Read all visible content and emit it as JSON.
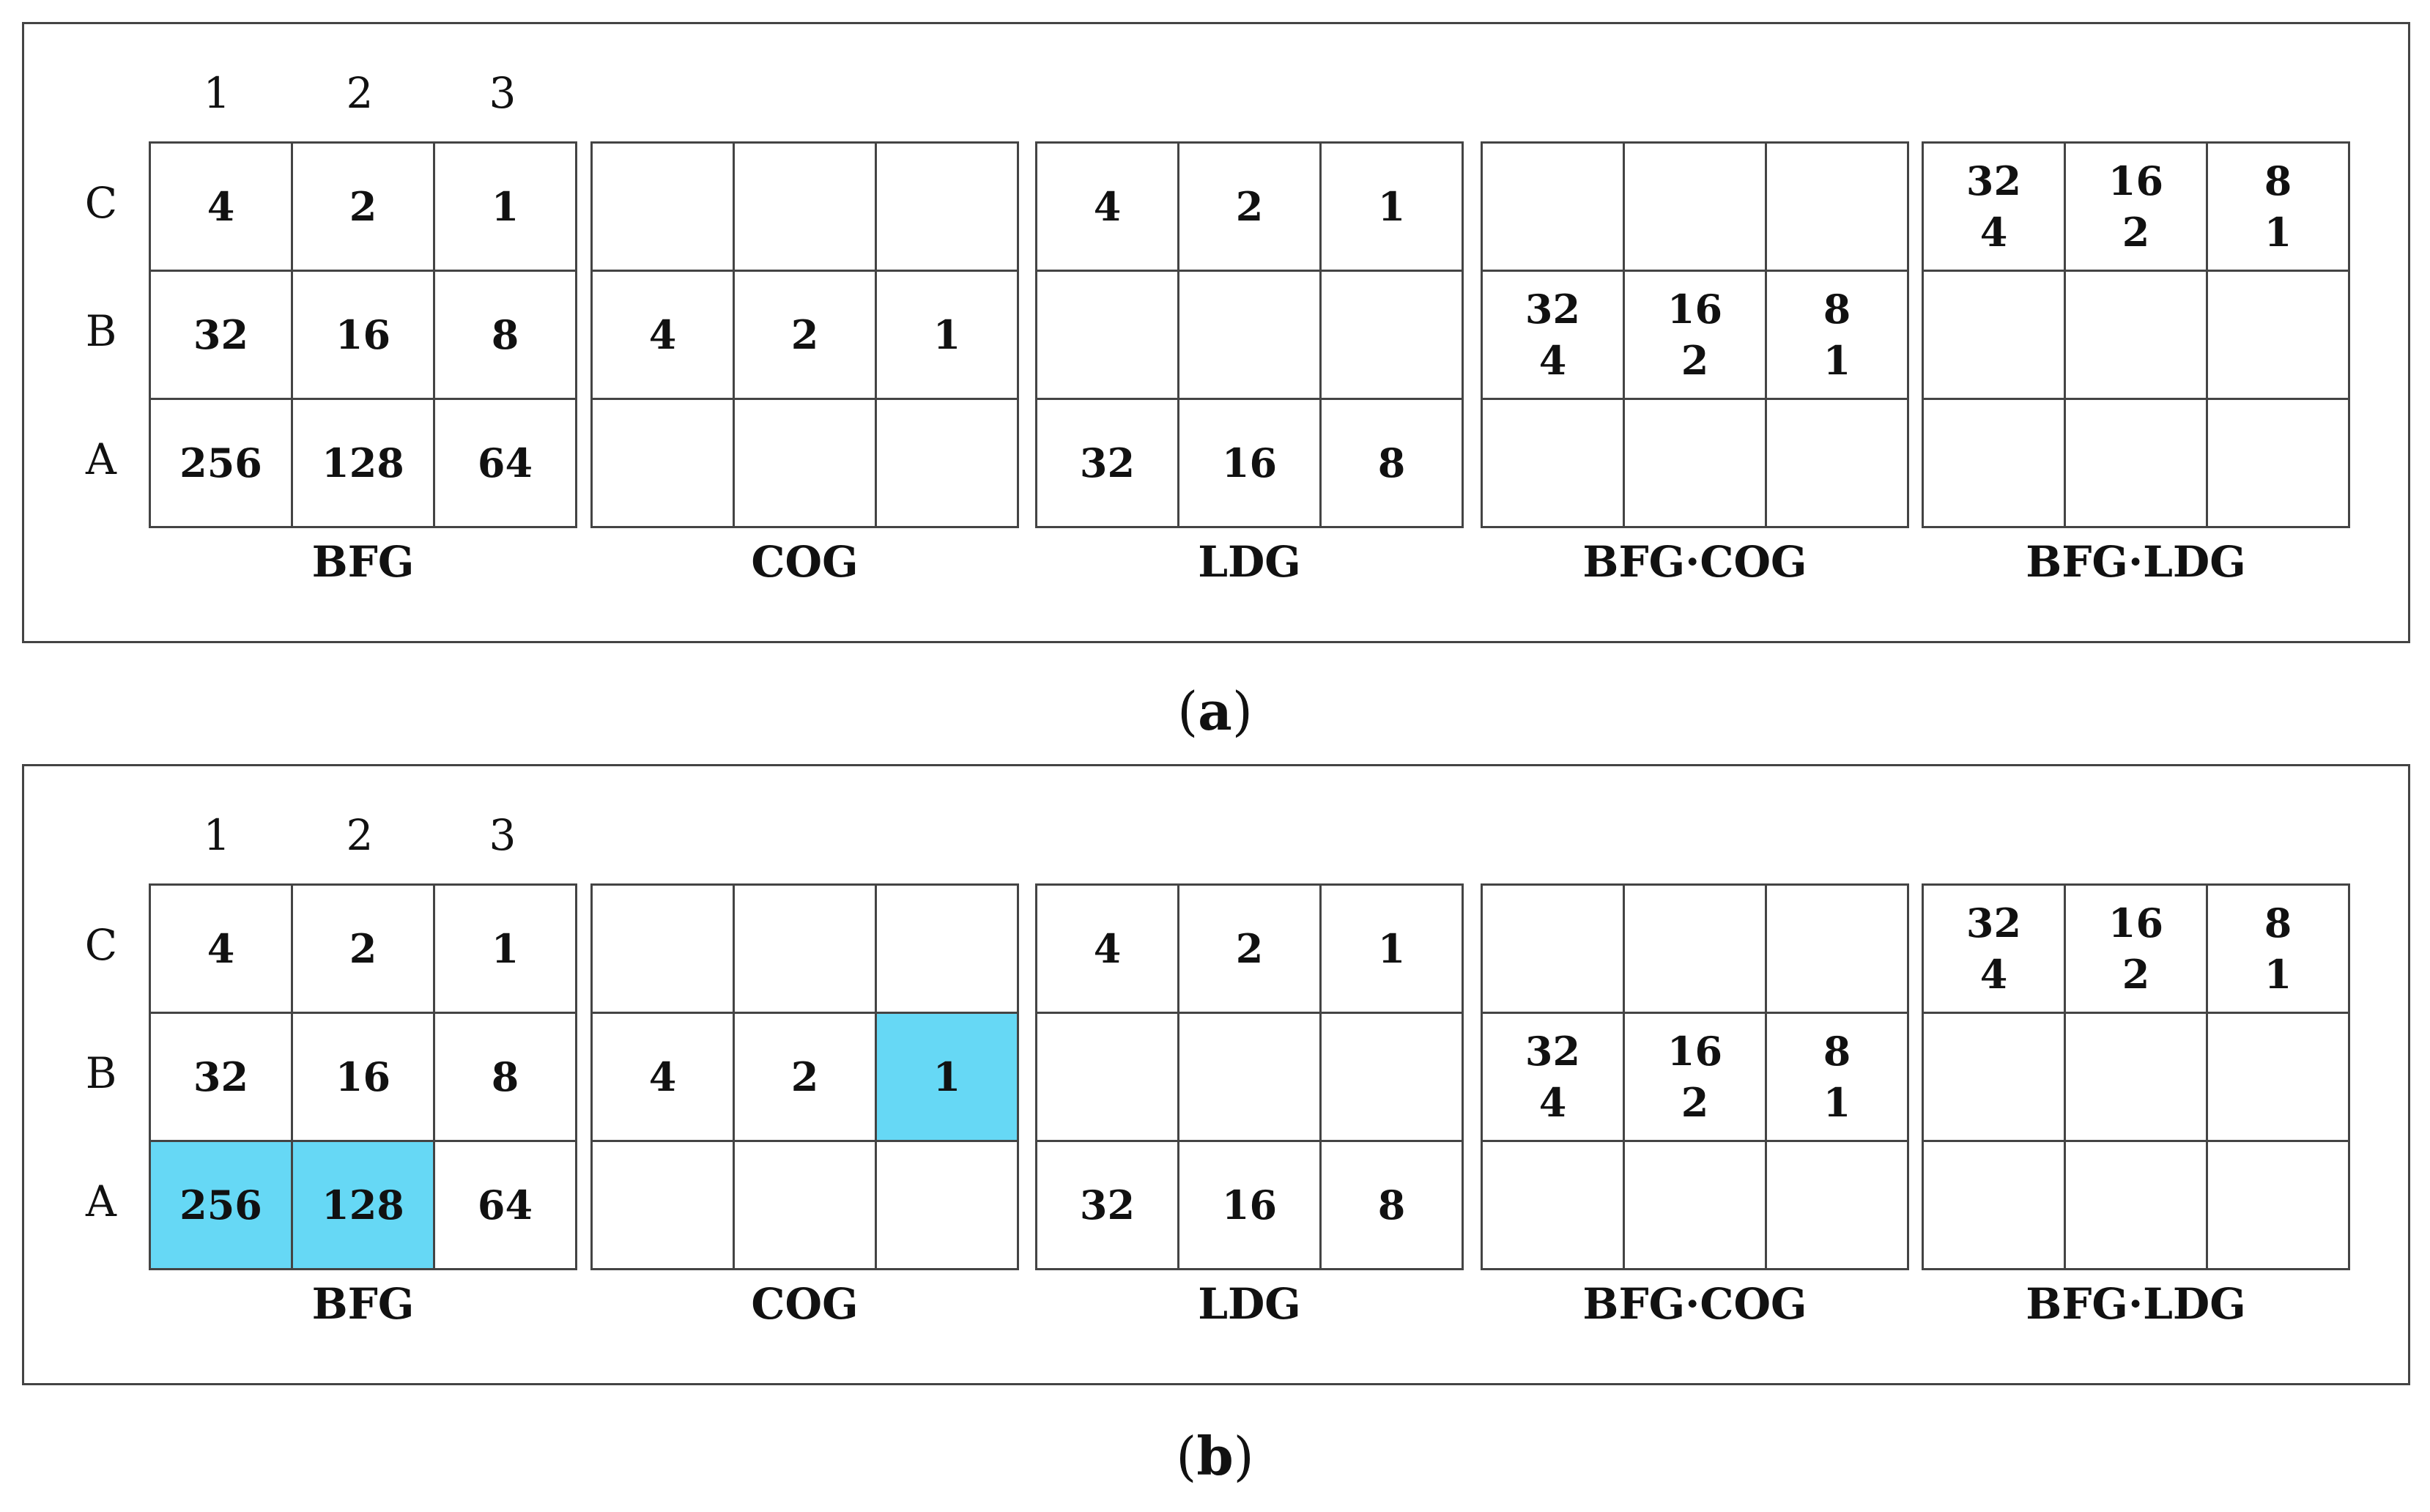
{
  "column_labels": [
    "1",
    "2",
    "3"
  ],
  "row_labels": [
    "C",
    "B",
    "A"
  ],
  "panels": [
    {
      "caption_open": "(",
      "caption_letter": "a",
      "caption_close": ")",
      "groups": [
        {
          "label": "BFG",
          "rows": [
            [
              [
                "4"
              ],
              [
                "2"
              ],
              [
                "1"
              ]
            ],
            [
              [
                "32"
              ],
              [
                "16"
              ],
              [
                "8"
              ]
            ],
            [
              [
                "256"
              ],
              [
                "128"
              ],
              [
                "64"
              ]
            ]
          ],
          "highlight": []
        },
        {
          "label": "COG",
          "rows": [
            [
              [],
              [],
              []
            ],
            [
              [
                "4"
              ],
              [
                "2"
              ],
              [
                "1"
              ]
            ],
            [
              [],
              [],
              []
            ]
          ],
          "highlight": []
        },
        {
          "label": "LDG",
          "rows": [
            [
              [
                "4"
              ],
              [
                "2"
              ],
              [
                "1"
              ]
            ],
            [
              [],
              [],
              []
            ],
            [
              [
                "32"
              ],
              [
                "16"
              ],
              [
                "8"
              ]
            ]
          ],
          "highlight": []
        },
        {
          "label": "BFG·COG",
          "rows": [
            [
              [],
              [],
              []
            ],
            [
              [
                "32",
                "4"
              ],
              [
                "16",
                "2"
              ],
              [
                "8",
                "1"
              ]
            ],
            [
              [],
              [],
              []
            ]
          ],
          "highlight": []
        },
        {
          "label": "BFG·LDG",
          "rows": [
            [
              [
                "32",
                "4"
              ],
              [
                "16",
                "2"
              ],
              [
                "8",
                "1"
              ]
            ],
            [
              [],
              [],
              []
            ],
            [
              [],
              [],
              []
            ]
          ],
          "highlight": []
        }
      ]
    },
    {
      "caption_open": "(",
      "caption_letter": "b",
      "caption_close": ")",
      "groups": [
        {
          "label": "BFG",
          "rows": [
            [
              [
                "4"
              ],
              [
                "2"
              ],
              [
                "1"
              ]
            ],
            [
              [
                "32"
              ],
              [
                "16"
              ],
              [
                "8"
              ]
            ],
            [
              [
                "256"
              ],
              [
                "128"
              ],
              [
                "64"
              ]
            ]
          ],
          "highlight": [
            [
              2,
              0
            ],
            [
              2,
              1
            ]
          ]
        },
        {
          "label": "COG",
          "rows": [
            [
              [],
              [],
              []
            ],
            [
              [
                "4"
              ],
              [
                "2"
              ],
              [
                "1"
              ]
            ],
            [
              [],
              [],
              []
            ]
          ],
          "highlight": [
            [
              1,
              2
            ]
          ]
        },
        {
          "label": "LDG",
          "rows": [
            [
              [
                "4"
              ],
              [
                "2"
              ],
              [
                "1"
              ]
            ],
            [
              [],
              [],
              []
            ],
            [
              [
                "32"
              ],
              [
                "16"
              ],
              [
                "8"
              ]
            ]
          ],
          "highlight": []
        },
        {
          "label": "BFG·COG",
          "rows": [
            [
              [],
              [],
              []
            ],
            [
              [
                "32",
                "4"
              ],
              [
                "16",
                "2"
              ],
              [
                "8",
                "1"
              ]
            ],
            [
              [],
              [],
              []
            ]
          ],
          "highlight": []
        },
        {
          "label": "BFG·LDG",
          "rows": [
            [
              [
                "32",
                "4"
              ],
              [
                "16",
                "2"
              ],
              [
                "8",
                "1"
              ]
            ],
            [
              [],
              [],
              []
            ],
            [
              [],
              [],
              []
            ]
          ],
          "highlight": []
        }
      ]
    }
  ],
  "highlight_color": "#66d8f5"
}
